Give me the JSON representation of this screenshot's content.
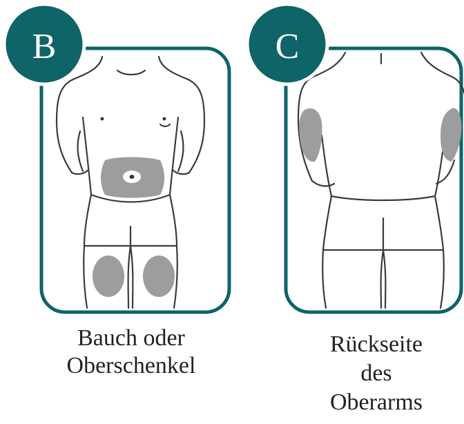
{
  "colors": {
    "accent": "#0e6466",
    "zone": "#9d9d9d",
    "outline": "#3a3a3a",
    "background": "#ffffff"
  },
  "panels": [
    {
      "letter": "B",
      "caption_lines": [
        "Bauch oder",
        "Oberschenkel"
      ],
      "view": "front",
      "zones": [
        "abdomen",
        "left-thigh",
        "right-thigh"
      ]
    },
    {
      "letter": "C",
      "caption_lines": [
        "Rückseite",
        "des",
        "Oberarms"
      ],
      "view": "back",
      "zones": [
        "left-upper-arm",
        "right-upper-arm"
      ]
    }
  ]
}
